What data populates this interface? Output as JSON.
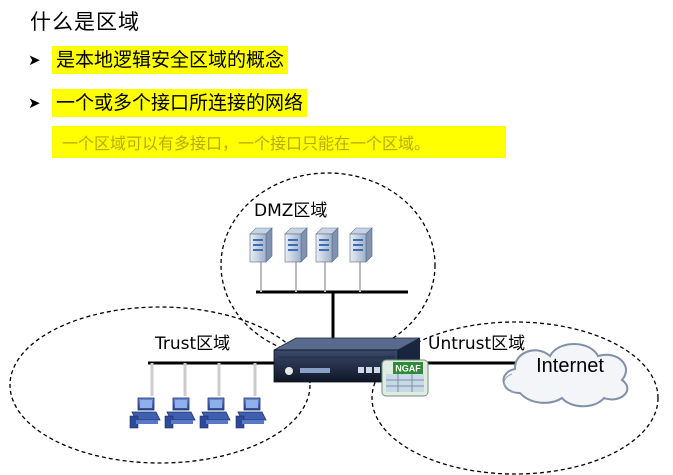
{
  "title": "什么是区域",
  "bullets": [
    "是本地逻辑安全区域的概念",
    "一个或多个接口所连接的网络"
  ],
  "note": "一个区域可以有多接口，一个接口只能在一个区域。",
  "zones": {
    "dmz": "DMZ区域",
    "trust": "Trust区域",
    "untrust": "Untrust区域"
  },
  "cloud_label": "Internet",
  "firewall_badge": "NGAF",
  "icons": {
    "bullet": "arrow-bullet-icon",
    "server": "server-icon",
    "pc": "computer-icon",
    "firewall": "firewall-device-icon",
    "cloud": "internet-cloud-icon"
  },
  "colors": {
    "highlight": "#ffff00",
    "note_text": "#b8ab00",
    "device": "#1a2540",
    "server_blue": "#3a6fb8",
    "badge_green": "#2f8a3a"
  }
}
